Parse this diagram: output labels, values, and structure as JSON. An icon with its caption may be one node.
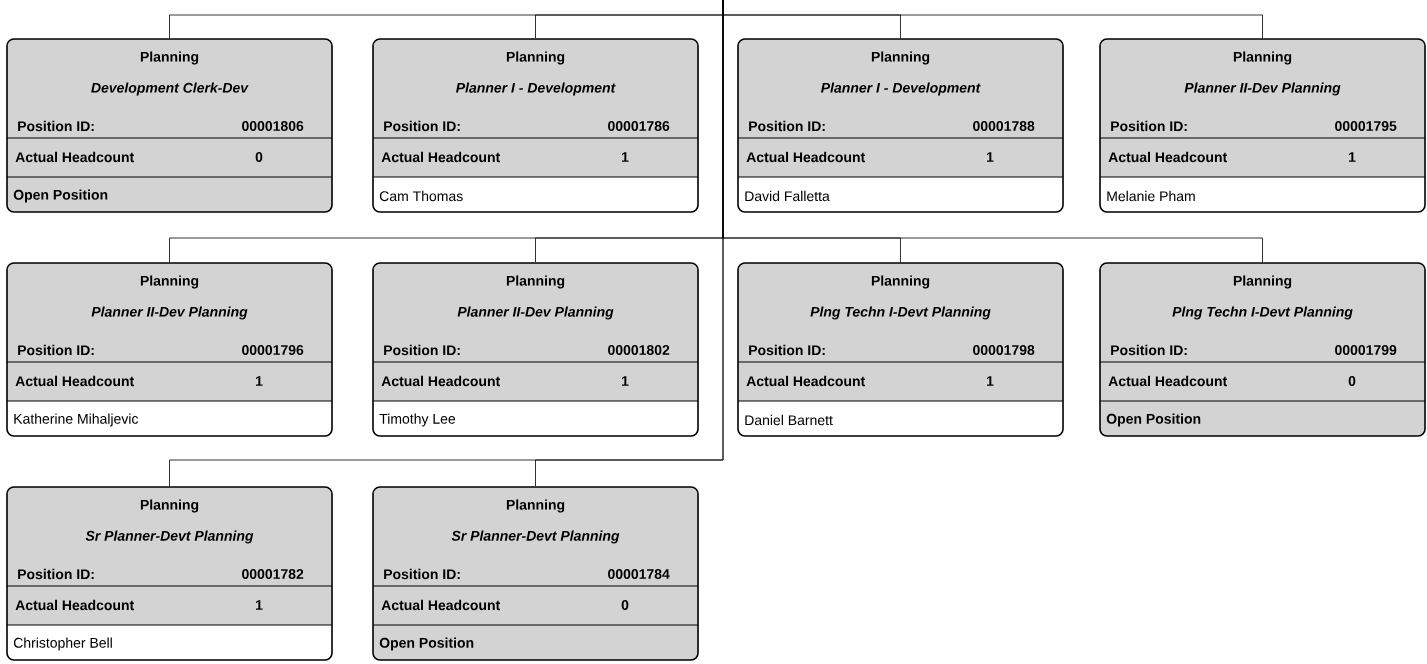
{
  "diagram": {
    "nodes": [
      {
        "text": [
          "Planning",
          "Development Clerk-Dev",
          "Position ID:",
          "00001806",
          "Actual Headcount",
          "0",
          "Open Position"
        ]
      },
      {
        "text": [
          "Planning",
          "Planner  I - Development",
          "Position ID:",
          "00001786",
          "Actual Headcount",
          "1",
          "Cam Thomas"
        ]
      },
      {
        "text": [
          "Planning",
          "Planner  I - Development",
          "Position ID:",
          "00001788",
          "Actual Headcount",
          "1",
          "David Falletta"
        ]
      },
      {
        "text": [
          "Planning",
          "Planner II-Dev Planning",
          "Position ID:",
          "00001795",
          "Actual Headcount",
          "1",
          "Melanie Pham"
        ]
      },
      {
        "text": [
          "Planning",
          "Planner II-Dev Planning",
          "Position ID:",
          "00001796",
          "Actual Headcount",
          "1",
          "Katherine Mihaljevic"
        ]
      },
      {
        "text": [
          "Planning",
          "Planner II-Dev Planning",
          "Position ID:",
          "00001802",
          "Actual Headcount",
          "1",
          "Timothy Lee"
        ]
      },
      {
        "text": [
          "Planning",
          "Plng Techn I-Devt Planning",
          "Position ID:",
          "00001798",
          "Actual Headcount",
          "1",
          "Daniel Barnett"
        ]
      },
      {
        "text": [
          "Planning",
          "Plng Techn I-Devt Planning",
          "Position ID:",
          "00001799",
          "Actual Headcount",
          "0",
          "Open Position"
        ]
      },
      {
        "text": [
          "Planning",
          "Sr Planner-Devt Planning",
          "Position ID:",
          "00001782",
          "Actual Headcount",
          "1",
          "Christopher Bell"
        ]
      },
      {
        "text": [
          "Planning",
          "Sr Planner-Devt Planning",
          "Position ID:",
          "00001784",
          "Actual Headcount",
          "0",
          "Open Position"
        ]
      }
    ],
    "edges": [
      {
        "from": null,
        "to": 0,
        "arrow": "none"
      },
      {
        "from": null,
        "to": 1,
        "arrow": "none"
      },
      {
        "from": null,
        "to": 2,
        "arrow": "none"
      },
      {
        "from": null,
        "to": 3,
        "arrow": "none"
      },
      {
        "from": null,
        "to": 4,
        "arrow": "none"
      },
      {
        "from": null,
        "to": 5,
        "arrow": "none"
      },
      {
        "from": null,
        "to": 6,
        "arrow": "none"
      },
      {
        "from": null,
        "to": 7,
        "arrow": "none"
      },
      {
        "from": null,
        "to": 8,
        "arrow": "none"
      },
      {
        "from": null,
        "to": 9,
        "arrow": "none"
      }
    ]
  }
}
